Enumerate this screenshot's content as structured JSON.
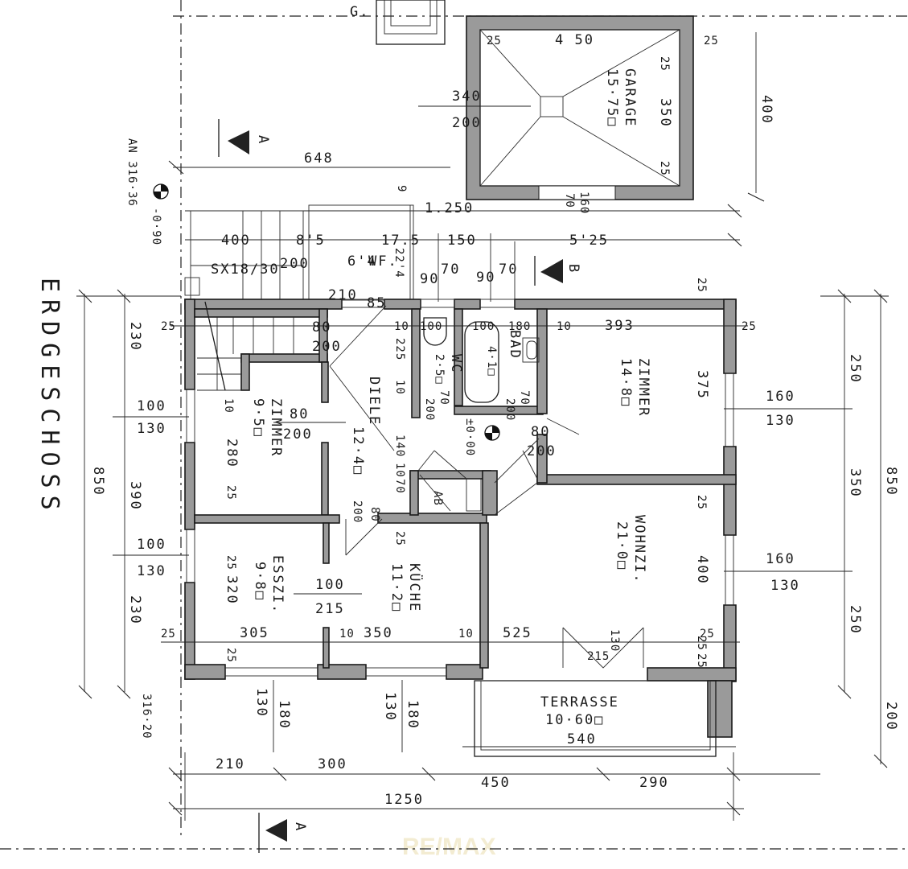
{
  "title": "ERDGESCHOSS",
  "watermark": "RE/MAX",
  "rooms": {
    "garage": {
      "name": "GARAGE",
      "area": "15·75□"
    },
    "zimmer_small": {
      "name": "ZIMMER",
      "area": "9·5□"
    },
    "zimmer_large": {
      "name": "ZIMMER",
      "area": "14·8□"
    },
    "diele": {
      "name": "DIELE",
      "area": "12·4□"
    },
    "wc": {
      "name": "WC",
      "area": "2·5□"
    },
    "bad": {
      "name": "BAD",
      "area": "4·1□"
    },
    "ab": {
      "name": "AB",
      "area": ""
    },
    "esszi": {
      "name": "ESSZI.",
      "area": "9·8□"
    },
    "kueche": {
      "name": "KÜCHE",
      "area": "11·2□"
    },
    "wohnzi": {
      "name": "WOHNZI.",
      "area": "21·0□"
    },
    "terrasse": {
      "name": "TERRASSE",
      "area": "10·60□"
    }
  },
  "labels": {
    "an": "AN 316·36",
    "level_a": "-0·90",
    "level_b": "316·20",
    "stairs": "SX18/30",
    "wf": "WF.",
    "ground": "±0·00",
    "section_a": "A",
    "section_b": "B",
    "g": "G."
  },
  "dims": {
    "d648": "648",
    "d1250_top": "1.250",
    "d400a": "400",
    "d85": "8'5",
    "d175": "17.5",
    "d150": "150",
    "d525a": "5'25",
    "g25a": "25",
    "g450": "4 50",
    "g25b": "25",
    "g25c": "25",
    "g350": "350",
    "g25d": "25",
    "g400": "400",
    "g340": "340",
    "g200": "200",
    "g70": "70",
    "g160": "160",
    "s200": "200",
    "s64": "6'4",
    "s210": "210",
    "s85": "85",
    "s224": "22'4",
    "s90a": "90",
    "s70a": "70",
    "s90b": "90",
    "s70b": "70",
    "s9": "9",
    "l230": "230",
    "l100a": "100",
    "l130a": "130",
    "l390": "390",
    "l850": "850",
    "l100b": "100",
    "l130b": "130",
    "l230b": "230",
    "r250": "250",
    "r160a": "160",
    "r130a": "130",
    "r350": "350",
    "r850": "850",
    "r160b": "160",
    "r130b": "130",
    "r250b": "250",
    "r200": "200",
    "i25a": "25",
    "i80a": "80",
    "i200a": "200",
    "i10a": "10",
    "i100a": "100",
    "i100b": "100",
    "i180": "180",
    "i10b": "10",
    "i393": "393",
    "i25b": "25",
    "i25c": "25",
    "i225": "225",
    "i10c": "10",
    "i70a": "70",
    "i200b": "200",
    "i70b": "70",
    "i200c": "200",
    "i80b": "80",
    "i200d": "200",
    "i375": "375",
    "i80c": "80",
    "i200e": "200",
    "i10d": "10",
    "i280": "280",
    "i25d": "25",
    "i140": "140",
    "i10e": "10",
    "i70c": "70",
    "i80d": "80",
    "i200f": "200",
    "i100c": "100",
    "i215a": "215",
    "i25e": "25",
    "i25f": "25",
    "i25g": "25",
    "i320": "320",
    "i400": "400",
    "i25h": "25",
    "b25a": "25",
    "b305": "305",
    "b10a": "10",
    "b350": "350",
    "b10b": "10",
    "b525": "525",
    "b25b": "25",
    "b215": "215",
    "b130": "130",
    "b25c": "25",
    "b25d": "25",
    "w130a": "130",
    "w180a": "180",
    "w130b": "130",
    "w180b": "180",
    "t540": "540",
    "f210": "210",
    "f300": "300",
    "f450": "450",
    "f290": "290",
    "f1250": "1250"
  }
}
